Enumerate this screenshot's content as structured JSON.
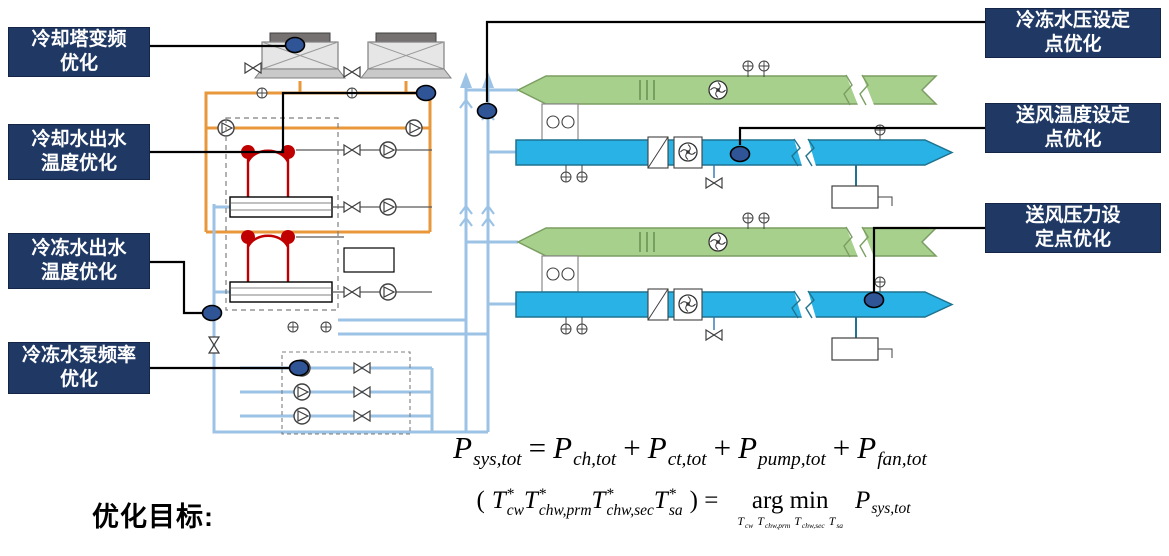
{
  "callouts": {
    "left": [
      {
        "lines": [
          "冷却塔变频",
          "优化"
        ]
      },
      {
        "lines": [
          "冷却水出水",
          "温度优化"
        ]
      },
      {
        "lines": [
          "冷冻水出水",
          "温度优化"
        ]
      },
      {
        "lines": [
          "冷冻水泵频率",
          "优化"
        ]
      }
    ],
    "right": [
      {
        "lines": [
          "冷冻水压设定",
          "点优化"
        ]
      },
      {
        "lines": [
          "送风温度设定",
          "点优化"
        ]
      },
      {
        "lines": [
          "送风压力设",
          "定点优化"
        ]
      }
    ]
  },
  "objective": {
    "label": "优化目标:",
    "formula1": {
      "tokens": [
        {
          "t": "var",
          "base": "P",
          "sub": "sys,tot"
        },
        {
          "t": "op",
          "text": "="
        },
        {
          "t": "var",
          "base": "P",
          "sub": "ch,tot"
        },
        {
          "t": "op",
          "text": "+"
        },
        {
          "t": "var",
          "base": "P",
          "sub": "ct,tot"
        },
        {
          "t": "op",
          "text": "+"
        },
        {
          "t": "var",
          "base": "P",
          "sub": "pump,tot"
        },
        {
          "t": "op",
          "text": "+"
        },
        {
          "t": "var",
          "base": "P",
          "sub": "fan,tot"
        }
      ]
    },
    "formula2": {
      "tokens": [
        {
          "t": "op",
          "text": "("
        },
        {
          "t": "var",
          "base": "T",
          "sup": "*",
          "sub": "cw"
        },
        {
          "t": "var",
          "base": "T",
          "sup": "*",
          "sub": "chw,prm"
        },
        {
          "t": "var",
          "base": "T",
          "sup": "*",
          "sub": "chw,sec"
        },
        {
          "t": "var",
          "base": "T",
          "sup": "*",
          "sub": "sa"
        },
        {
          "t": "op",
          "text": ") ="
        },
        {
          "t": "argmin",
          "text": "arg min",
          "under": [
            {
              "t": "var",
              "base": "T",
              "sub": "cw"
            },
            {
              "t": "var",
              "base": "T",
              "sub": "chw,prm"
            },
            {
              "t": "var",
              "base": "T",
              "sub": "chw,sec"
            },
            {
              "t": "var",
              "base": "T",
              "sub": "sa"
            }
          ]
        },
        {
          "t": "var",
          "base": "P",
          "sub": "sys,tot"
        }
      ]
    }
  },
  "colors": {
    "navy": "#1F3864",
    "marker": "#2F5597",
    "orange": "#E8973B",
    "red": "#C00000",
    "ltblue": "#9CC3E5",
    "green": "#A8D08D",
    "greenedge": "#7B9E63",
    "cyan": "#29B2E5",
    "cyanedge": "#1F7391"
  }
}
